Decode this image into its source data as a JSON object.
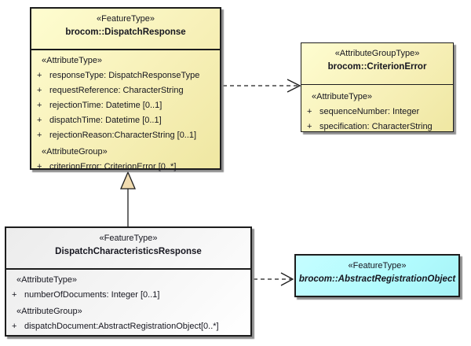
{
  "diagram": {
    "kind": "uml-class-diagram",
    "colors": {
      "class_fill_yellow_start": "#FEFDD0",
      "class_fill_yellow_end": "#EFE7A2",
      "class_fill_gray_start": "#ECECEC",
      "class_fill_gray_end": "#FFFFFF",
      "class_fill_cyan": "#B2FCFE",
      "border": "#1D1D1D",
      "shadow": "#8F8F8F",
      "generalization_triangle_fill": "#F1DCB0"
    }
  },
  "classes": {
    "dispatch_response": {
      "stereotype": "«FeatureType»",
      "name": "brocom::DispatchResponse",
      "attr_type_heading": "«AttributeType»",
      "attr_group_heading": "«AttributeGroup»",
      "type_attrs": [
        {
          "vis": "+",
          "text": "responseType: DispatchResponseType"
        },
        {
          "vis": "+",
          "text": "requestReference: CharacterString"
        },
        {
          "vis": "+",
          "text": "rejectionTime: Datetime [0..1]"
        },
        {
          "vis": "+",
          "text": "dispatchTime: Datetime [0..1]"
        },
        {
          "vis": "+",
          "text": "rejectionReason:CharacterString [0..1]"
        }
      ],
      "group_attrs": [
        {
          "vis": "+",
          "text": "criterionError: CriterionError [0..*]"
        }
      ]
    },
    "criterion_error": {
      "stereotype": "«AttributeGroupType»",
      "name": "brocom::CriterionError",
      "attr_type_heading": "«AttributeType»",
      "type_attrs": [
        {
          "vis": "+",
          "text": "sequenceNumber: Integer"
        },
        {
          "vis": "+",
          "text": "specification: CharacterString"
        }
      ]
    },
    "dispatch_characteristics_response": {
      "stereotype": "«FeatureType»",
      "name": "DispatchCharacteristicsResponse",
      "attr_type_heading": "«AttributeType»",
      "attr_group_heading": "«AttributeGroup»",
      "type_attrs": [
        {
          "vis": "+",
          "text": "numberOfDocuments: Integer [0..1]"
        }
      ],
      "group_attrs": [
        {
          "vis": "+",
          "text": "dispatchDocument:AbstractRegistrationObject[0..*]"
        }
      ]
    },
    "abstract_registration_object": {
      "stereotype": "«FeatureType»",
      "name": "brocom::AbstractRegistrationObject"
    }
  },
  "connectors": [
    {
      "type": "dependency",
      "style": "dashed-open-arrow",
      "from": "brocom::DispatchResponse",
      "to": "brocom::CriterionError"
    },
    {
      "type": "generalization",
      "style": "solid-hollow-triangle",
      "from": "DispatchCharacteristicsResponse",
      "to": "brocom::DispatchResponse"
    },
    {
      "type": "dependency",
      "style": "dashed-open-arrow",
      "from": "DispatchCharacteristicsResponse",
      "to": "brocom::AbstractRegistrationObject"
    }
  ]
}
